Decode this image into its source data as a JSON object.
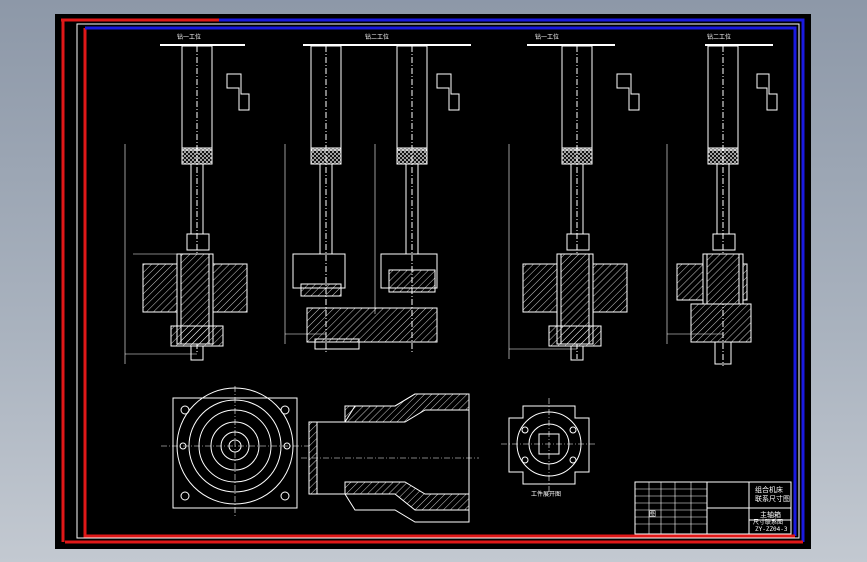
{
  "drawing": {
    "process_labels": [
      "钻一工位",
      "钻二工位",
      "钻一工位",
      "钻二工位"
    ],
    "caption_1": "工件展开图",
    "title_block": {
      "title_line1": "组合机床",
      "title_line2": "联系尺寸图",
      "subtitle": "主轴箱",
      "subtitle2": "尺寸联系图",
      "drawing_no": "ZY-ZZ04-3",
      "marker": "图"
    }
  },
  "colors": {
    "border_red": "#e01818",
    "border_blue": "#1a1ae0",
    "background": "#000000",
    "line": "#ffffff"
  }
}
